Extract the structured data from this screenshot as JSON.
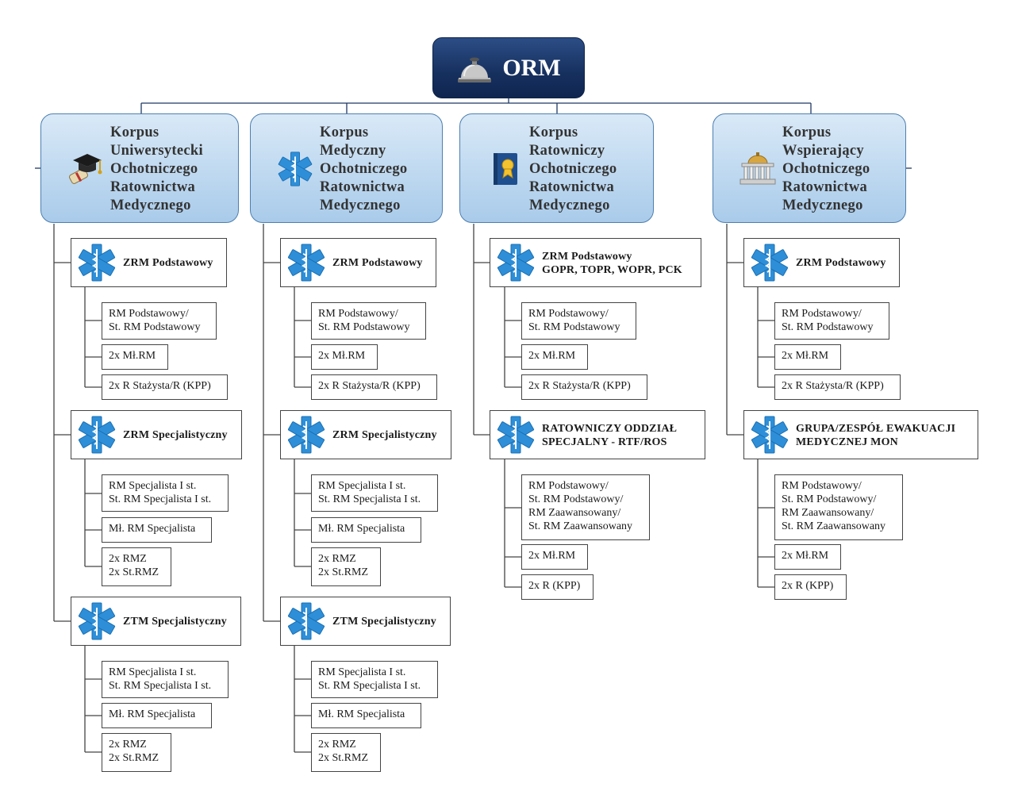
{
  "root": {
    "title": "ORM",
    "icon": "service-bell-icon"
  },
  "corps": [
    {
      "title": "Korpus\nUniwersytecki\nOchotniczego\nRatownictwa\nMedycznego",
      "icon": "graduation-cap-diploma-icon",
      "units": [
        {
          "title": "ZRM Podstawowy",
          "roles": [
            "RM Podstawowy/\nSt. RM Podstawowy",
            "2x Mł.RM",
            "2x R Stażysta/R (KPP)"
          ]
        },
        {
          "title": "ZRM Specjalistyczny",
          "roles": [
            "RM Specjalista I st.\nSt. RM Specjalista I st.",
            "Mł. RM Specjalista",
            "2x RMZ\n2x St.RMZ"
          ]
        },
        {
          "title": "ZTM Specjalistyczny",
          "roles": [
            "RM Specjalista I st.\nSt. RM Specjalista I st.",
            "Mł. RM Specjalista",
            "2x RMZ\n2x St.RMZ"
          ]
        }
      ]
    },
    {
      "title": "Korpus\nMedyczny\nOchotniczego\nRatownictwa\nMedycznego",
      "icon": "star-of-life-icon",
      "units": [
        {
          "title": "ZRM Podstawowy",
          "roles": [
            "RM Podstawowy/\nSt. RM Podstawowy",
            "2x Mł.RM",
            "2x R Stażysta/R (KPP)"
          ]
        },
        {
          "title": "ZRM Specjalistyczny",
          "roles": [
            "RM Specjalista I st.\nSt. RM Specjalista I st.",
            "Mł. RM Specjalista",
            "2x RMZ\n2x St.RMZ"
          ]
        },
        {
          "title": "ZTM Specjalistyczny",
          "roles": [
            "RM Specjalista I st.\nSt. RM Specjalista I st.",
            "Mł. RM Specjalista",
            "2x RMZ\n2x St.RMZ"
          ]
        }
      ]
    },
    {
      "title": "Korpus\nRatowniczy\nOchotniczego\nRatownictwa\nMedycznego",
      "icon": "award-book-icon",
      "units": [
        {
          "title": "ZRM Podstawowy\nGOPR, TOPR, WOPR, PCK",
          "roles": [
            "RM Podstawowy/\nSt. RM Podstawowy",
            "2x Mł.RM",
            "2x R Stażysta/R (KPP)"
          ]
        },
        {
          "title": "RATOWNICZY ODDZIAŁ\nSPECJALNY - RTF/ROS",
          "roles": [
            "RM Podstawowy/\nSt. RM Podstawowy/\nRM Zaawansowany/\nSt. RM Zaawansowany",
            "2x Mł.RM",
            "2x R (KPP)"
          ]
        }
      ]
    },
    {
      "title": "Korpus\nWspierający\nOchotniczego\nRatownictwa\nMedycznego",
      "icon": "government-building-icon",
      "units": [
        {
          "title": "ZRM Podstawowy",
          "roles": [
            "RM Podstawowy/\nSt. RM Podstawowy",
            "2x Mł.RM",
            "2x R Stażysta/R (KPP)"
          ]
        },
        {
          "title": "GRUPA/ZESPÓŁ EWAKUACJI\nMEDYCZNEJ MON",
          "roles": [
            "RM Podstawowy/\nSt. RM Podstawowy/\nRM Zaawansowany/\nSt. RM Zaawansowany",
            "2x Mł.RM",
            "2x R (KPP)"
          ]
        }
      ]
    }
  ],
  "colors": {
    "root_fill": "#16305e",
    "corps_fill": "#a9cbea",
    "connector": "#1f3864",
    "star_of_life": "#2e8fd8"
  }
}
